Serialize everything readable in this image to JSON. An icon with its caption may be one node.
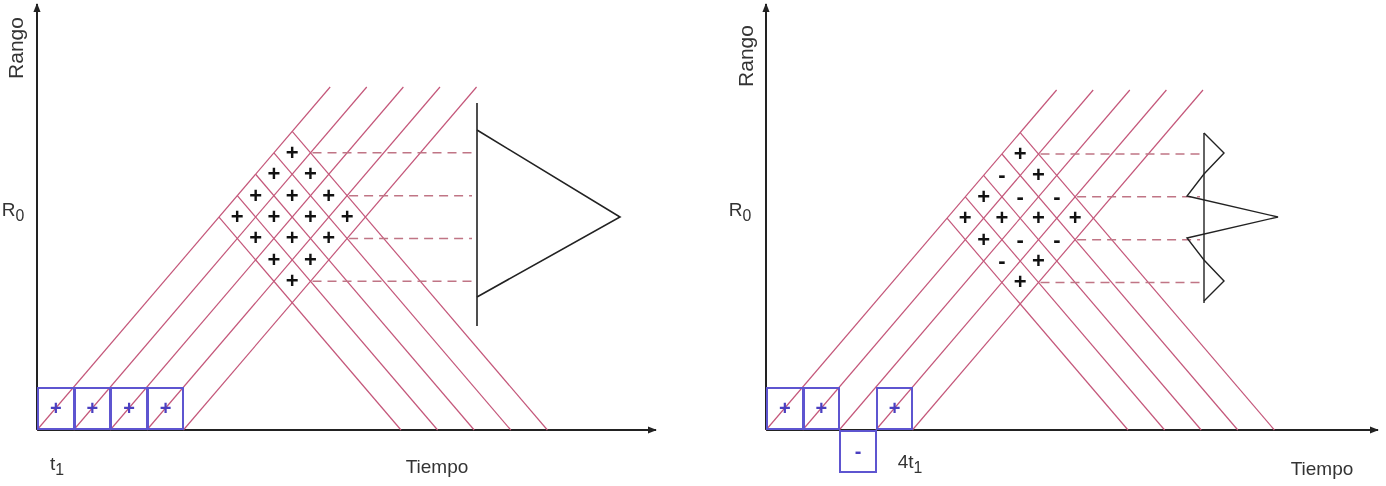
{
  "diagram": {
    "nodes": [
      {
        "text": [
          "+"
        ]
      },
      {
        "text": [
          "+"
        ]
      },
      {
        "text": [
          "+"
        ]
      },
      {
        "text": [
          "+"
        ]
      },
      {
        "text": [
          "+"
        ]
      },
      {
        "text": [
          "+"
        ]
      },
      {
        "text": [
          "-"
        ]
      },
      {
        "text": [
          "+"
        ]
      }
    ],
    "labels": [
      "Rango",
      "R$_{0}$",
      "+",
      "+",
      "+",
      "+",
      "+",
      "+",
      "+",
      "+",
      "+",
      "+",
      "+",
      "+",
      "+",
      "+",
      "+",
      "+",
      "t$_{1}$",
      "Tiempo",
      "Rango",
      "R$_{0}$",
      "+",
      "-",
      "+",
      "+",
      "-",
      "-",
      "+",
      "+",
      "+",
      "+",
      "+",
      "-",
      "-",
      "-",
      "+",
      "+",
      "4t$_{1}$",
      "Tiempo"
    ]
  }
}
